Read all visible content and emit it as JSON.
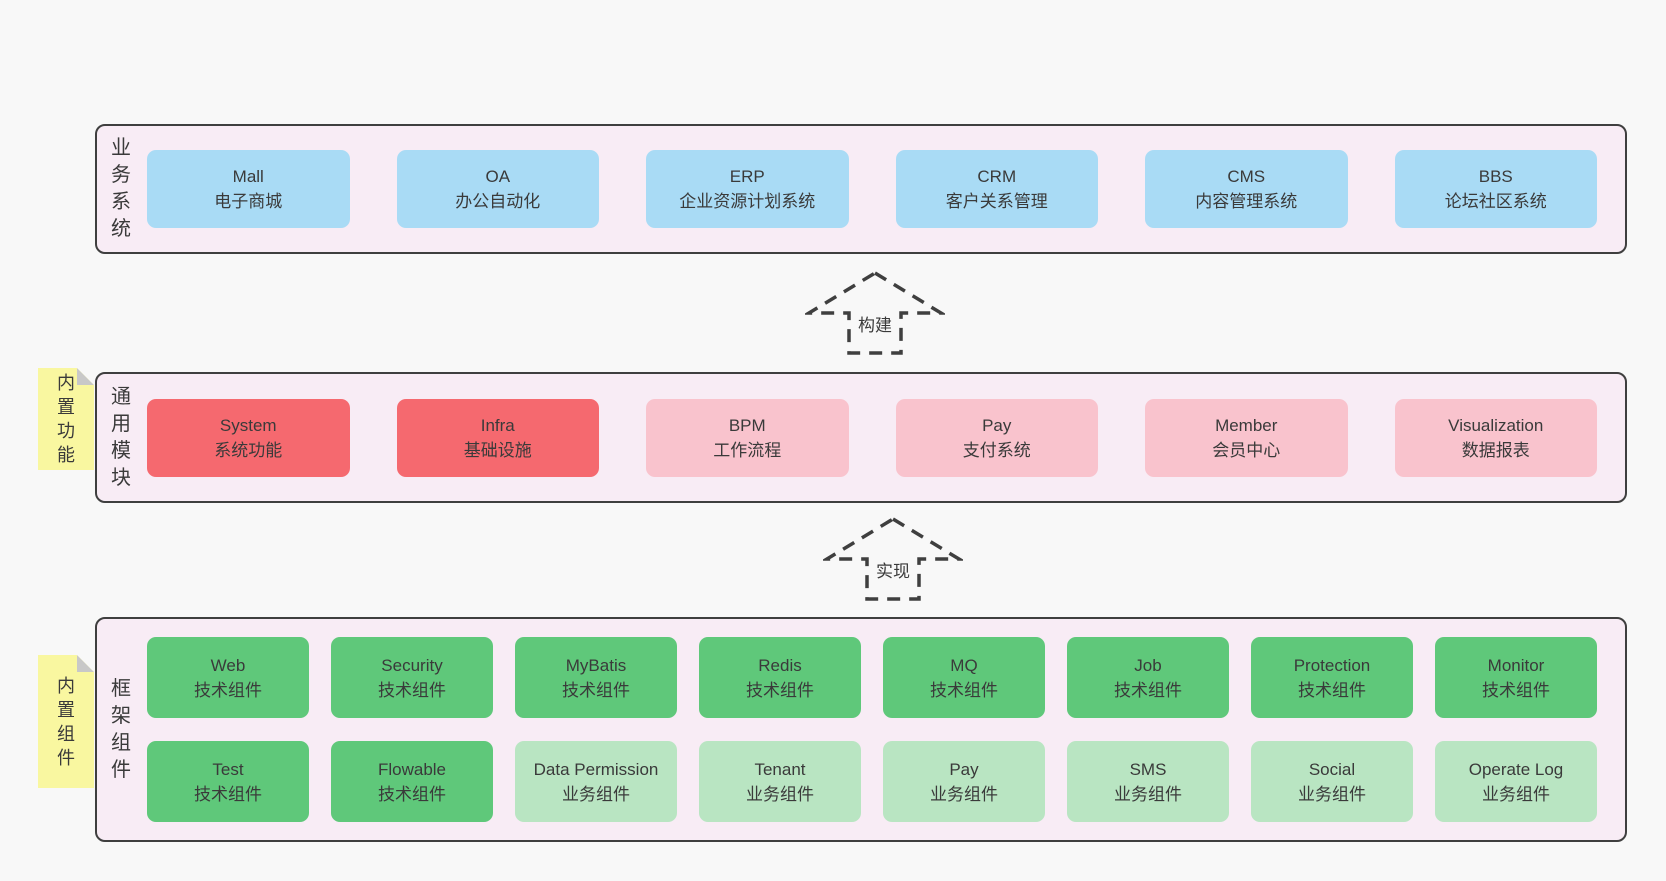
{
  "colors": {
    "page-bg": "#f8f8f8",
    "layer-bg": "#f8ecf5",
    "border": "#3f3f3f",
    "text": "#3a3a3a",
    "blue": "#a9dbf5",
    "red": "#f5696f",
    "pink": "#f9c3cd",
    "green": "#5fc87a",
    "lightgreen": "#b9e5c2",
    "sticky": "#f9f7a0",
    "fold": "#c8c8c8"
  },
  "arrows": [
    {
      "label": "构建"
    },
    {
      "label": "实现"
    }
  ],
  "layers": [
    {
      "id": "business-systems",
      "label": "业务系统",
      "boxes": [
        {
          "en": "Mall",
          "zh": "电子商城",
          "type": "blue"
        },
        {
          "en": "OA",
          "zh": "办公自动化",
          "type": "blue"
        },
        {
          "en": "ERP",
          "zh": "企业资源计划系统",
          "type": "blue"
        },
        {
          "en": "CRM",
          "zh": "客户关系管理",
          "type": "blue"
        },
        {
          "en": "CMS",
          "zh": "内容管理系统",
          "type": "blue"
        },
        {
          "en": "BBS",
          "zh": "论坛社区系统",
          "type": "blue"
        }
      ]
    },
    {
      "id": "common-modules",
      "label": "通用模块",
      "sticky": "内置功能",
      "boxes": [
        {
          "en": "System",
          "zh": "系统功能",
          "type": "red"
        },
        {
          "en": "Infra",
          "zh": "基础设施",
          "type": "red"
        },
        {
          "en": "BPM",
          "zh": "工作流程",
          "type": "pink"
        },
        {
          "en": "Pay",
          "zh": "支付系统",
          "type": "pink"
        },
        {
          "en": "Member",
          "zh": "会员中心",
          "type": "pink"
        },
        {
          "en": "Visualization",
          "zh": "数据报表",
          "type": "pink"
        }
      ]
    },
    {
      "id": "framework-components",
      "label": "框架组件",
      "sticky": "内置组件",
      "rows": [
        [
          {
            "en": "Web",
            "zh": "技术组件",
            "type": "green"
          },
          {
            "en": "Security",
            "zh": "技术组件",
            "type": "green"
          },
          {
            "en": "MyBatis",
            "zh": "技术组件",
            "type": "green"
          },
          {
            "en": "Redis",
            "zh": "技术组件",
            "type": "green"
          },
          {
            "en": "MQ",
            "zh": "技术组件",
            "type": "green"
          },
          {
            "en": "Job",
            "zh": "技术组件",
            "type": "green"
          },
          {
            "en": "Protection",
            "zh": "技术组件",
            "type": "green"
          },
          {
            "en": "Monitor",
            "zh": "技术组件",
            "type": "green"
          }
        ],
        [
          {
            "en": "Test",
            "zh": "技术组件",
            "type": "green"
          },
          {
            "en": "Flowable",
            "zh": "技术组件",
            "type": "green"
          },
          {
            "en": "Data Permission",
            "zh": "业务组件",
            "type": "lightgreen"
          },
          {
            "en": "Tenant",
            "zh": "业务组件",
            "type": "lightgreen"
          },
          {
            "en": "Pay",
            "zh": "业务组件",
            "type": "lightgreen"
          },
          {
            "en": "SMS",
            "zh": "业务组件",
            "type": "lightgreen"
          },
          {
            "en": "Social",
            "zh": "业务组件",
            "type": "lightgreen"
          },
          {
            "en": "Operate Log",
            "zh": "业务组件",
            "type": "lightgreen"
          }
        ]
      ]
    }
  ]
}
